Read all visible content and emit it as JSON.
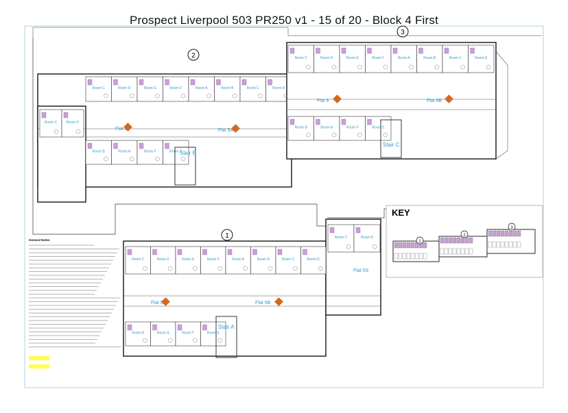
{
  "title": "Prospect Liverpool 503 PR250 v1 - 15 of 20 - Block 4 First",
  "key": {
    "heading": "KEY",
    "markers": [
      "1",
      "2",
      "3"
    ]
  },
  "blocks": [
    {
      "marker": "1",
      "stair": "Stair A",
      "flats": [
        "Flat 5A",
        "Flat 5B",
        "Flat 5S"
      ],
      "rooms_top": [
        "Room C",
        "Room D",
        "Room E",
        "Room F",
        "Room A",
        "Room B",
        "Room C",
        "Room D"
      ],
      "rooms_bottom": [
        "Room B",
        "Room A",
        "Room F",
        "Room E"
      ],
      "side_rooms": [
        "Room C",
        "Room D",
        "Room B",
        "Room A"
      ]
    },
    {
      "marker": "2",
      "stair": "Stair B",
      "flats": [
        "Flat 5",
        "Flat 5A"
      ],
      "rooms_top": [
        "Room C",
        "Room D",
        "Room E",
        "Room F",
        "Room A",
        "Room B",
        "Room C",
        "Room D"
      ],
      "rooms_bottom": [
        "Room B",
        "Room A",
        "Room F",
        "Room E"
      ],
      "side_rooms": [
        "Room C",
        "Room D",
        "Room B",
        "Room A",
        "Room F",
        "Room E"
      ]
    },
    {
      "marker": "3",
      "stair": "Stair C",
      "flats": [
        "Flat 6",
        "Flat 6B"
      ],
      "rooms_top": [
        "Room C",
        "Room D",
        "Room E",
        "Room F",
        "Room A",
        "Room B",
        "Room C",
        "Room D"
      ],
      "rooms_bottom": [
        "Room B",
        "Room A",
        "Room F",
        "Room E"
      ]
    }
  ],
  "notes": {
    "heading": "General Notes"
  }
}
